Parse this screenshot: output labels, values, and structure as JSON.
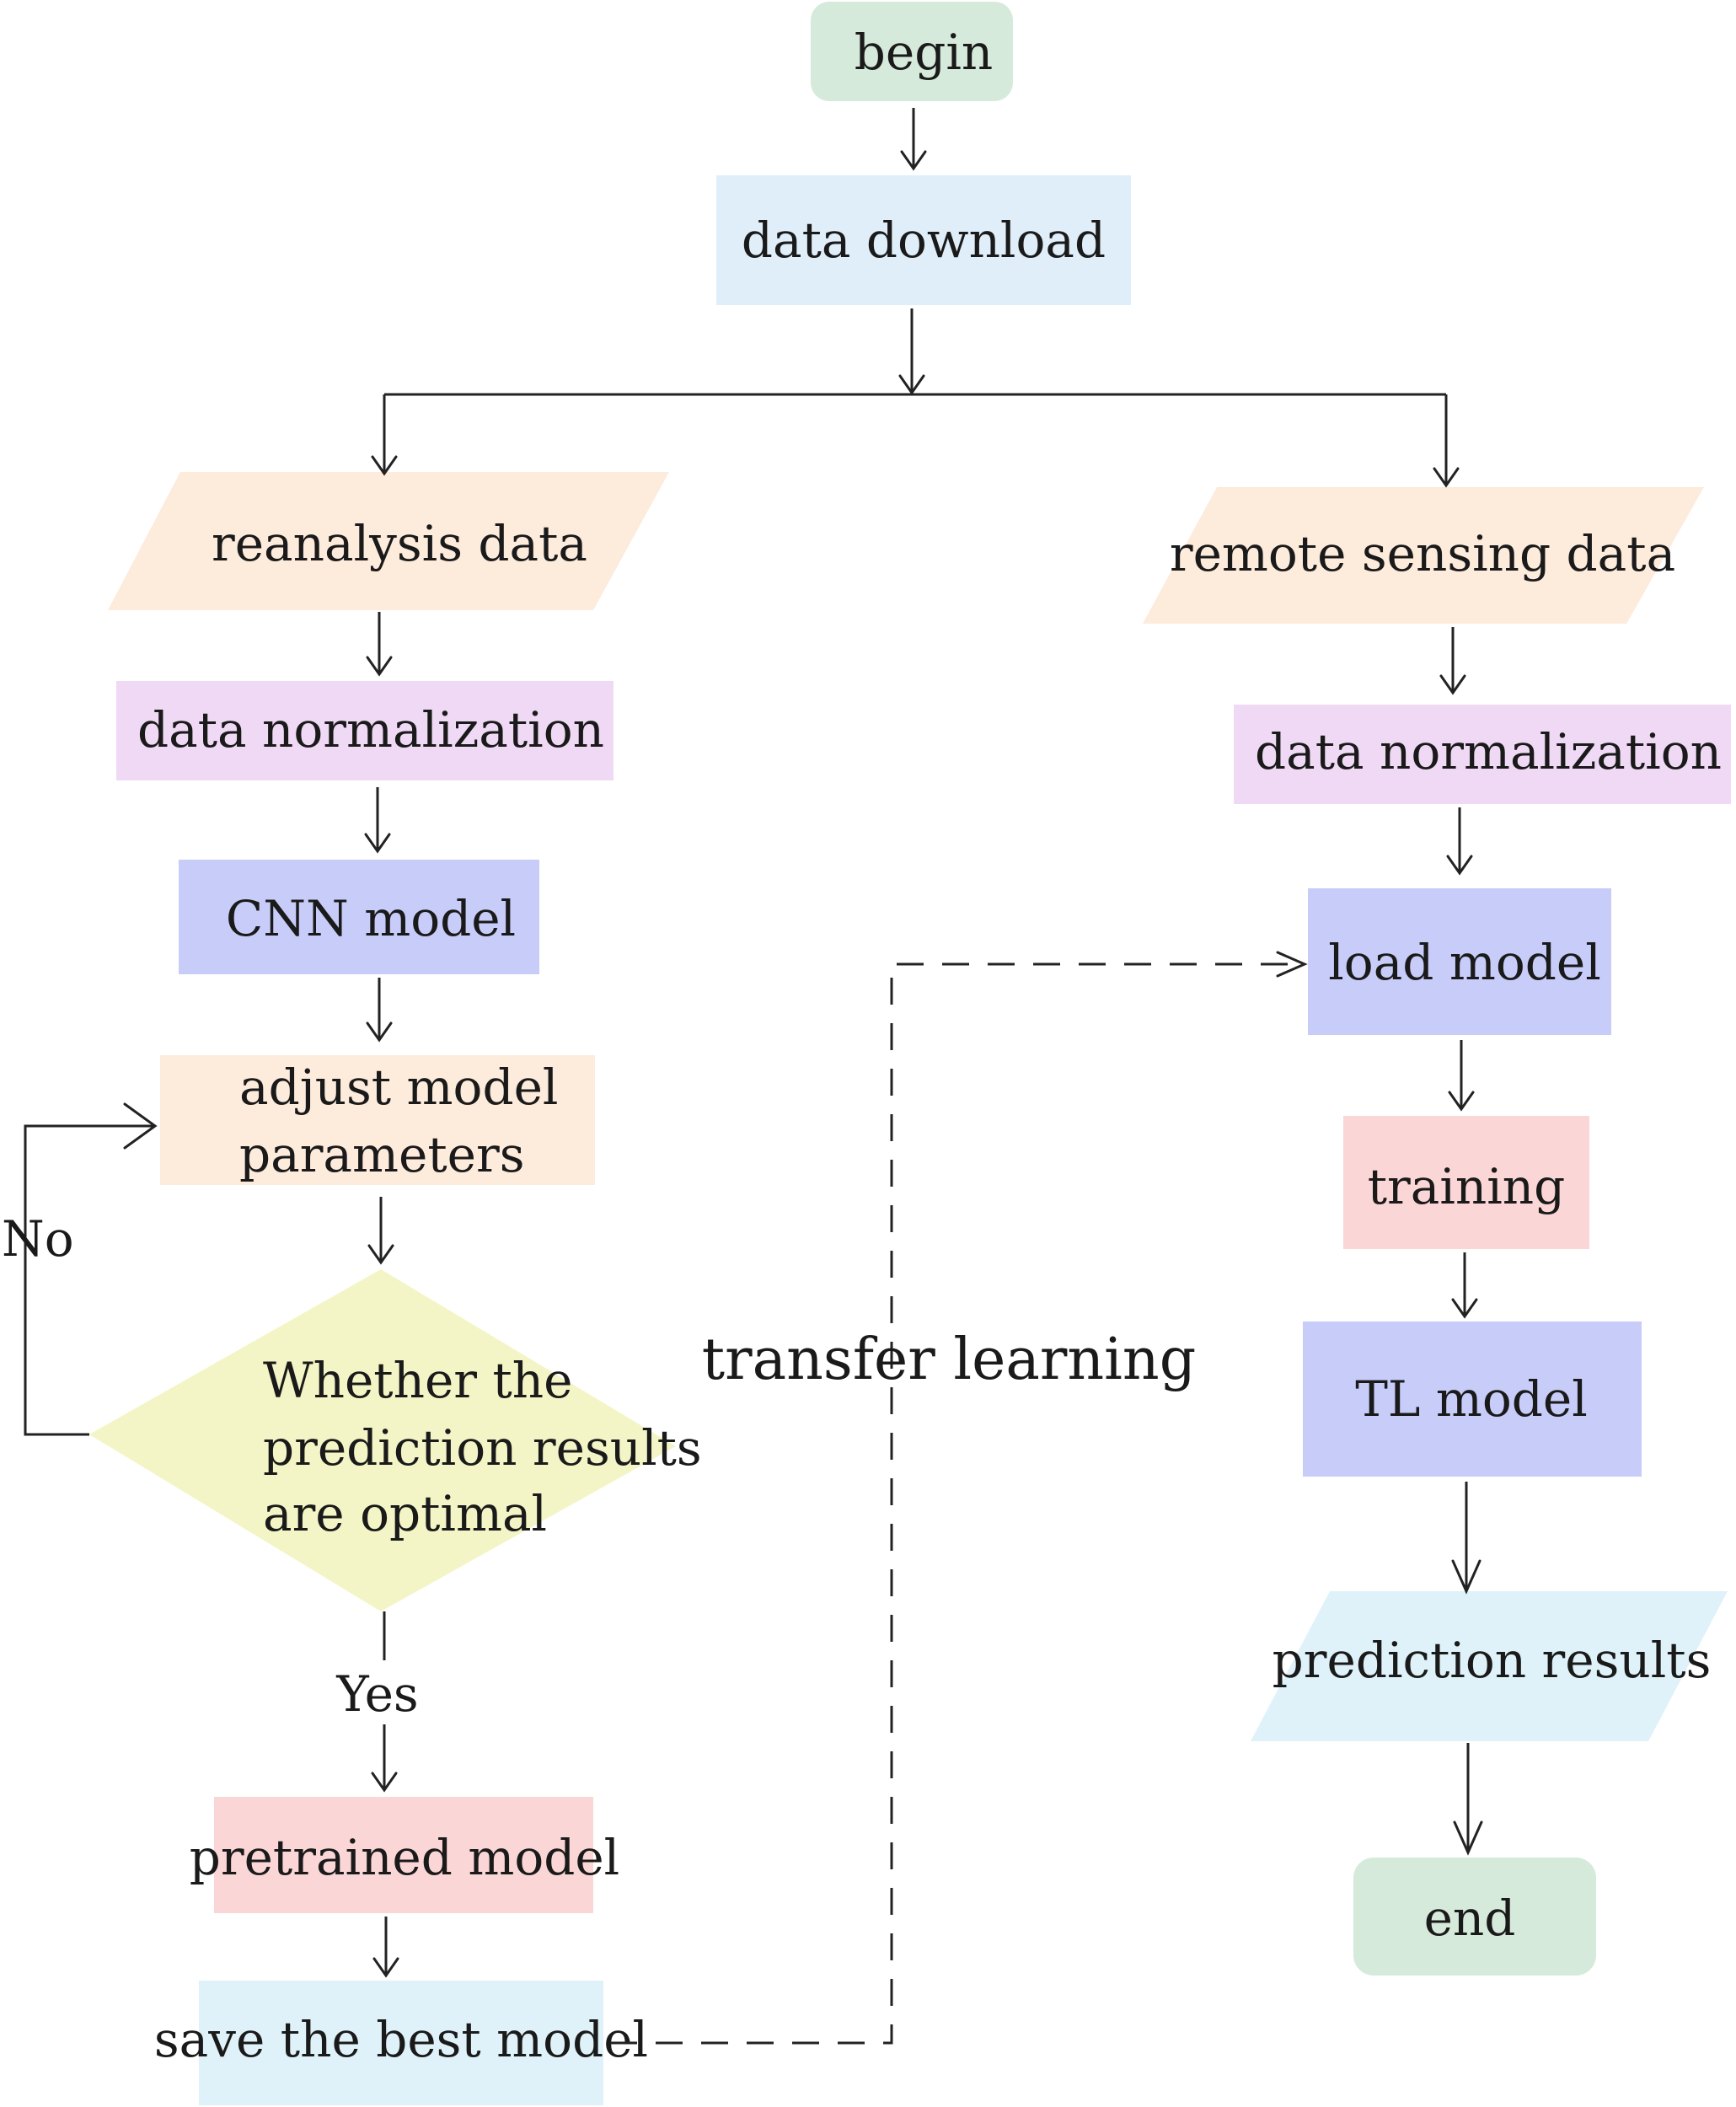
{
  "nodes": {
    "begin": "begin",
    "data_download": "data download",
    "reanalysis_data": "reanalysis data",
    "remote_sensing_data": "remote sensing data",
    "data_normalization_left": "data normalization",
    "data_normalization_right": "data normalization",
    "cnn_model": "CNN model",
    "load_model": "load model",
    "adjust_model_line1": "adjust model",
    "adjust_model_line2": "parameters",
    "decision_line1": "Whether the",
    "decision_line2": "prediction results",
    "decision_line3": "are optimal",
    "training": "training",
    "tl_model": "TL model",
    "prediction_results": "prediction results",
    "pretrained_model": "pretrained model",
    "save_best_model": "save the best model",
    "end": "end"
  },
  "labels": {
    "no": "No",
    "yes": "Yes",
    "transfer_learning": "transfer learning"
  },
  "colors": {
    "terminal": "#d6eadb",
    "blue_light": "#e0eefa",
    "orange_light": "#fdebdc",
    "purple_light": "#f0d9f5",
    "model_blue": "#c7ccf9",
    "yellow_decision": "#f4f5c6",
    "pink": "#fbd6d6",
    "cyan_light": "#dff2f9"
  }
}
